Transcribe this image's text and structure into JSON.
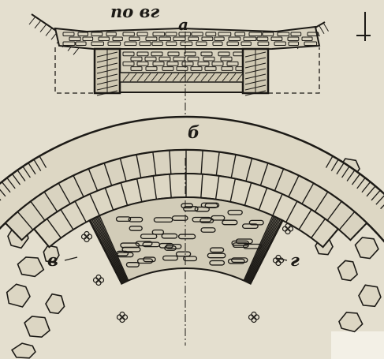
{
  "figure": {
    "section_label": "по вг",
    "labels": {
      "a": "а",
      "b": "б",
      "v": "в",
      "g": "г"
    },
    "colors": {
      "paper": "#e4dfcf",
      "ink": "#1c1a16",
      "texture": "#5c564a"
    }
  }
}
